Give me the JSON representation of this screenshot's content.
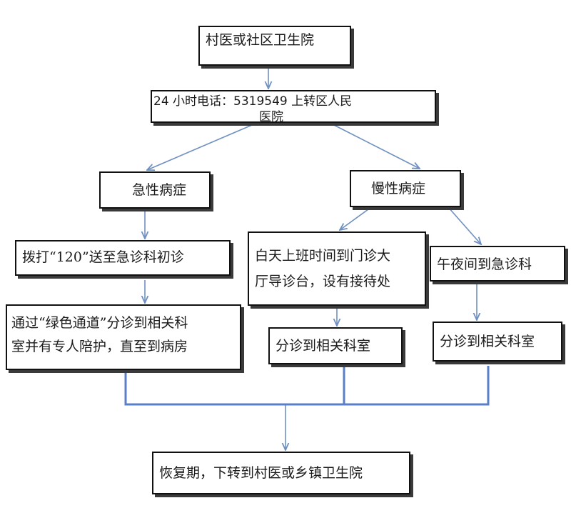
{
  "colors": {
    "connector": "#6f8fc0",
    "box_border": "#111111",
    "box_shadow": "#3a3a3a"
  },
  "nodes": {
    "village": "村医或社区卫生院",
    "hotline_line1": "24  小时电话：5319549 上转区人民",
    "hotline_line2": "医院",
    "acute": "急性病症",
    "chronic": "慢性病症",
    "call120": "拨打“120”送至急诊科初诊",
    "green_line1": "通过“绿色通道”分诊到相关科",
    "green_line2": "室并有专人陪护，直至到病房",
    "day_line1": "白天上班时间到门诊大",
    "day_line2": "厅导诊台，设有接待处",
    "night": "午夜间到急诊科",
    "dept_day": "分诊到相关科室",
    "dept_night": "分诊到相关科室",
    "recovery": "恢复期，下转到村医或乡镇卫生院"
  }
}
